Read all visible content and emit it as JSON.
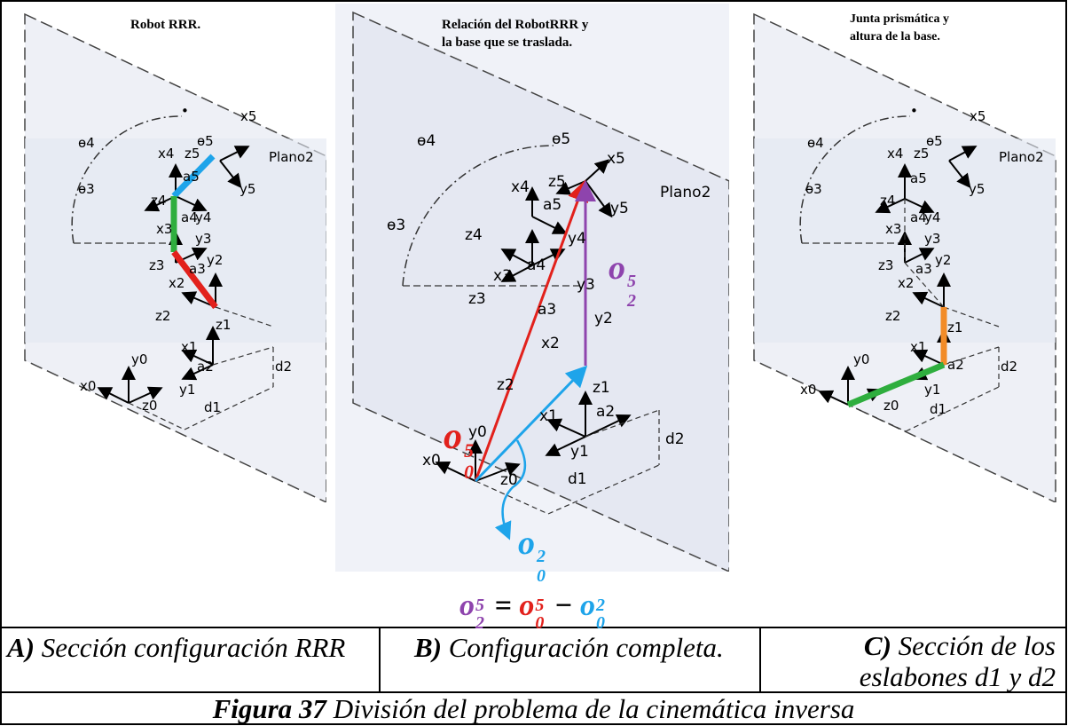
{
  "colors": {
    "red": "#e2211c",
    "blue": "#1ea4ea",
    "purple": "#8e44ad",
    "green": "#2fae3e",
    "orange": "#f28c28"
  },
  "panel_a": {
    "title": "Robot RRR.",
    "plane": "Plano2",
    "angles": [
      "ɵ3",
      "ɵ4",
      "ɵ5"
    ],
    "axes": [
      "x5",
      "z5",
      "x4",
      "y5",
      "z4",
      "y4",
      "x3",
      "y3",
      "z3",
      "a3",
      "y2",
      "x2",
      "z2",
      "z1",
      "x1",
      "y0",
      "a2",
      "x0",
      "y1",
      "z0",
      "d1",
      "d2",
      "a5",
      "a4"
    ]
  },
  "panel_b": {
    "title_line1": "Relación del RobotRRR y",
    "title_line2": "la base que se traslada.",
    "plane": "Plano2",
    "vector_red": "o",
    "vector_red_sup": "5",
    "vector_red_sub": "0",
    "vector_purple": "o",
    "vector_purple_sup": "5",
    "vector_purple_sub": "2",
    "vector_blue": "o",
    "vector_blue_sup": "2",
    "vector_blue_sub": "0"
  },
  "panel_c": {
    "title_line1": "Junta prismática y",
    "title_line2": "altura de la base.",
    "plane": "Plano2"
  },
  "equation": {
    "lhs": "o",
    "lhs_sup": "5",
    "lhs_sub": "2",
    "eq": "=",
    "t1": "o",
    "t1_sup": "5",
    "t1_sub": "0",
    "minus": "−",
    "t2": "o",
    "t2_sup": "2",
    "t2_sub": "0"
  },
  "captions": {
    "a_letter": "A)",
    "a_text": " Sección configuración RRR",
    "b_letter": "B)",
    "b_text": " Configuración completa.",
    "c_letter": "C)",
    "c_text1": " Sección de los",
    "c_text2": "eslabones d1 y d2"
  },
  "figure": {
    "label": "Figura 37",
    "text": " División del problema de la cinemática inversa"
  }
}
